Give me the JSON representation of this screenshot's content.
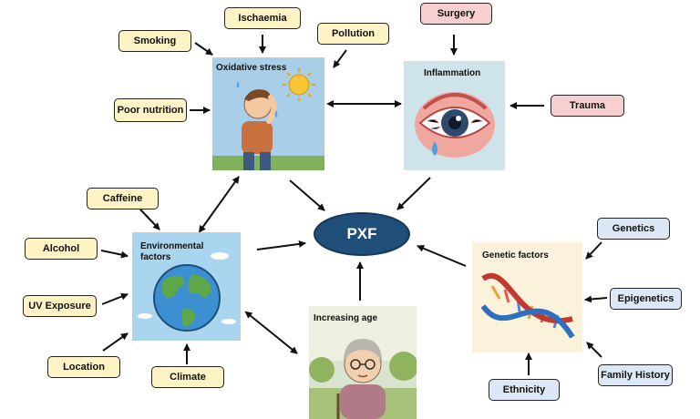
{
  "center": {
    "label": "PXF"
  },
  "panels": {
    "oxidative": {
      "title": "Oxidative stress"
    },
    "inflammation": {
      "title": "Inflammation"
    },
    "environmental": {
      "title": "Environmental factors"
    },
    "age": {
      "title": "Increasing age"
    },
    "genetic": {
      "title": "Genetic factors"
    }
  },
  "factors": {
    "smoking": "Smoking",
    "ischaemia": "Ischaemia",
    "pollution": "Pollution",
    "poor_nutrition": "Poor nutrition",
    "surgery": "Surgery",
    "trauma": "Trauma",
    "caffeine": "Caffeine",
    "alcohol": "Alcohol",
    "uv_exposure": "UV Exposure",
    "location": "Location",
    "climate": "Climate",
    "genetics": "Genetics",
    "epigenetics": "Epigenetics",
    "family_history": "Family History",
    "ethnicity": "Ethnicity"
  },
  "colors": {
    "environmental_label": "#fdf3c4",
    "inflammatory_label": "#f7cfd0",
    "genetic_label": "#dde8f6",
    "pxf_node": "#1f4e79"
  }
}
